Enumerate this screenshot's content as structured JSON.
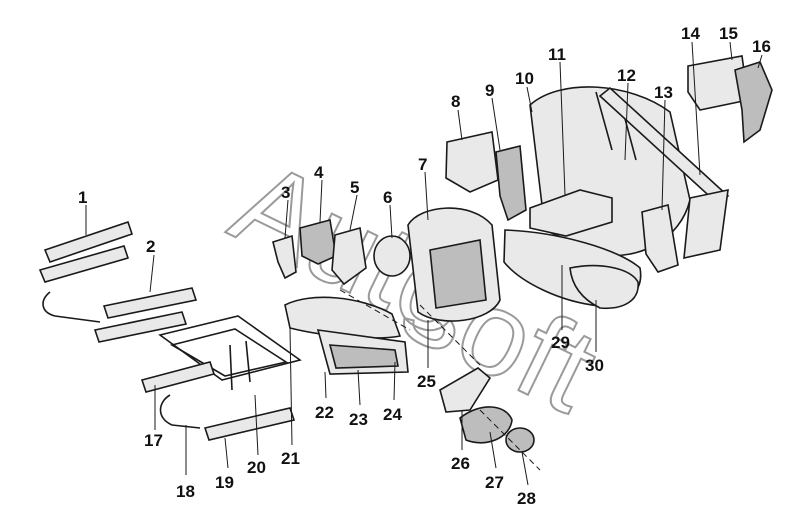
{
  "watermark": {
    "line1": "Auto",
    "line2": "soft"
  },
  "callouts": [
    {
      "number": "1"
    },
    {
      "number": "2"
    },
    {
      "number": "3"
    },
    {
      "number": "4"
    },
    {
      "number": "5"
    },
    {
      "number": "6"
    },
    {
      "number": "7"
    },
    {
      "number": "8"
    },
    {
      "number": "9"
    },
    {
      "number": "10"
    },
    {
      "number": "11"
    },
    {
      "number": "12"
    },
    {
      "number": "13"
    },
    {
      "number": "14"
    },
    {
      "number": "15"
    },
    {
      "number": "16"
    },
    {
      "number": "17"
    },
    {
      "number": "18"
    },
    {
      "number": "19"
    },
    {
      "number": "20"
    },
    {
      "number": "21"
    },
    {
      "number": "22"
    },
    {
      "number": "23"
    },
    {
      "number": "24"
    },
    {
      "number": "25"
    },
    {
      "number": "26"
    },
    {
      "number": "27"
    },
    {
      "number": "28"
    },
    {
      "number": "29"
    },
    {
      "number": "30"
    }
  ],
  "colors": {
    "ink": "#111111",
    "watermark": "#9a9a9a",
    "part_fill": "#e9e9e9"
  }
}
